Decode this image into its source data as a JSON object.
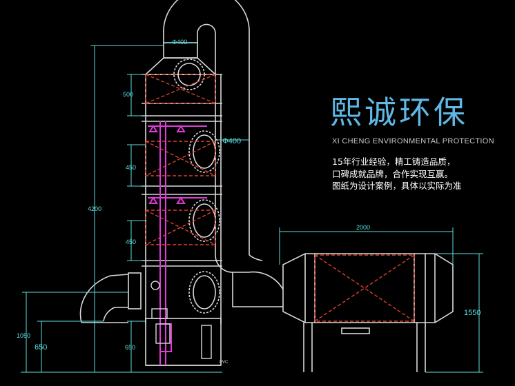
{
  "brand": {
    "title": "熙诚环保",
    "subtitle": "XI CHENG ENVIRONMENTAL PROTECTION"
  },
  "description": [
    "15年行业经验，精工铸造品质，",
    "口碑成就品牌，合作实现互赢。",
    "图纸为设计案例，具体以实际为准"
  ],
  "dimensions": {
    "duct_top_dia": "Φ400",
    "duct_side_dia": "Φ400",
    "h_top_section": "500",
    "h_mid_section_1": "450",
    "h_mid_section_2": "450",
    "h_total": "4200",
    "h_inlet": "1050",
    "h_inlet_base": "650",
    "h_tower_base": "650",
    "w_filter_box": "2000",
    "h_filter_box": "1550",
    "pvc_label": "PVC"
  },
  "colors": {
    "line": "#d9d9d9",
    "dimension": "#5ce0e0",
    "pipe": "#e23ad9",
    "packing": "#e0402e",
    "accent_text": "#5fb8e6"
  }
}
